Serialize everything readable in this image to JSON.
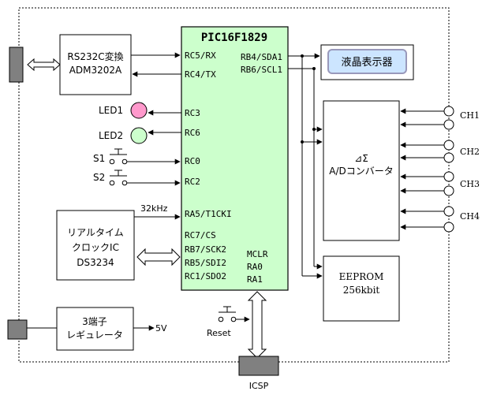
{
  "mcu": {
    "title": "PIC16F1829",
    "pins": {
      "rc5": "RC5/RX",
      "rc4": "RC4/TX",
      "rc3": "RC3",
      "rc6": "RC6",
      "rc0": "RC0",
      "rc2": "RC2",
      "ra5": "RA5/T1CKI",
      "rc7": "RC7/CS",
      "rb7": "RB7/SCK2",
      "rb5": "RB5/SDI2",
      "rc1": "RC1/SDO2",
      "mclr": "MCLR",
      "ra0": "RA0",
      "ra1": "RA1",
      "rb4": "RB4/SDA1",
      "rb6": "RB6/SCL1"
    }
  },
  "rs232": {
    "line1": "RS232C変換",
    "line2": "ADM3202A"
  },
  "lcd": {
    "label": "液晶表示器"
  },
  "leds": [
    {
      "label": "LED1",
      "color": "#ff99cc"
    },
    {
      "label": "LED2",
      "color": "#ccffcc"
    }
  ],
  "switches": [
    {
      "label": "S1"
    },
    {
      "label": "S2"
    }
  ],
  "rtc": {
    "line1": "リアルタイム",
    "line2": "クロックIC",
    "line3": "DS3234",
    "freq": "32kHz"
  },
  "regulator": {
    "line1": "3端子",
    "line2": "レギュレータ",
    "output": "5V"
  },
  "reset": {
    "label": "Reset"
  },
  "icsp": {
    "label": "ICSP"
  },
  "adc": {
    "line1": "⊿Σ",
    "line2": "A/Dコンバータ"
  },
  "eeprom": {
    "line1": "EEPROM",
    "line2": "256kbit"
  },
  "channels": [
    "CH1",
    "CH2",
    "CH3",
    "CH4"
  ],
  "colors": {
    "mcu_fill": "#ccffcc",
    "lcd_fill": "#cce5ff",
    "lcd_outer": "#9999bb",
    "connector": "#808080"
  }
}
